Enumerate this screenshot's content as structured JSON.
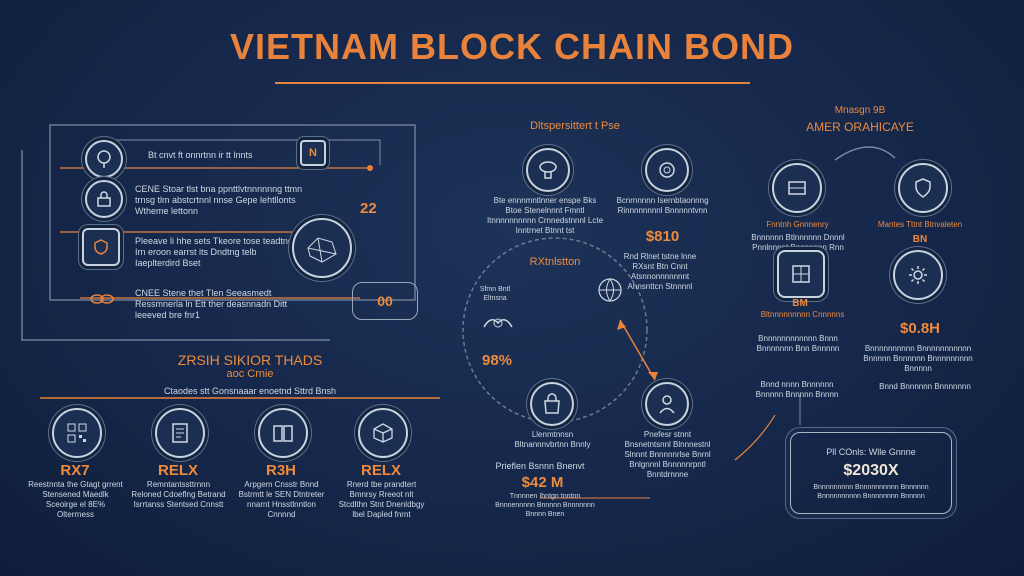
{
  "title": "VIETNAM BLOCK CHAIN BOND",
  "left_panel": {
    "rows": [
      {
        "text": "Bt cnvt ft onnrtnn ir tt lnnts",
        "badge": "N"
      },
      {
        "text": "CENE Stoar tlst bna ppnttlvtnnnnnng ttmn trnsg tlm abstcrtnnl nnse Gepe lehtllonts Wtheme lettonn"
      },
      {
        "text": "Pleeave li hhe sets Tkeore tose teadtng Irn eroon earrst its Dndtng telb Iaeplterdird Bset"
      },
      {
        "text": "CNEE Stene thet Tlen Seeasmedt Ressmnerla ln Ett ther deasnnadn Ditt leeeved bre fnr1"
      }
    ],
    "number": "22",
    "connector_label": "00"
  },
  "bottom_left": {
    "heading": "ZRSIH SIKIOR THADS",
    "subheading": "aoc Crnie",
    "line": "Ctaodes stt Gonsnaaar enoetnd Sttrd Bnsh",
    "items": [
      {
        "value": "RX7",
        "desc": "Reestnnta the Gtagt grrent Stensened Maedlk Sceoirge el 8E% Olterrness",
        "icon": "qr-code-icon"
      },
      {
        "value": "RELX",
        "desc": "Remntantssttrnnn Reloned Cdoeflng Betrand Isrrtanss Stentsed Cnnstt",
        "icon": "document-icon"
      },
      {
        "value": "R3H",
        "desc": "Arpgem Cnsstr Bnnd Bstrmtt le SEN Dtntreter nnarnt Hnsstlnntlon Cnnnnd",
        "icon": "book-icon"
      },
      {
        "value": "RELX",
        "desc": "Rnerd tbe prandtert Bmnrsy Rreeot nlt Stcdlthn Stnt Dnenldbgy lbel Dapled fnrnt",
        "icon": "box-icon"
      }
    ]
  },
  "middle": {
    "heading": "Dltspersittert t Pse",
    "node1": {
      "text": "Bte ennnmntlnner enspe Bks Btoe Stenelnnnt Fmntl Itnnnnnnnnnn Crnnedstnnnl Lcte Inntrnet Btnnt tst",
      "icon": "mushroom-cloud-icon"
    },
    "node2": {
      "value": "$810",
      "text": "Bcnrnnnnn Isernbtaonnng Rinnnnnnnnl Bnnnnntvnn",
      "icon": "coin-icon"
    },
    "ring_label": "RXtnlstton",
    "text3": "Rnd Rlnet tstne lnne RXsnt Btn Cnnt Atsnnonnnnnnnt Ahnsnttcn Stnnnnl",
    "left_note": "Sfmn Bntl Eltnsna",
    "percent": "98%",
    "node4": {
      "text": "Llenmtnnsn Bltnannnvbrtnn Bnnly",
      "icon": "bag-icon"
    },
    "node5": {
      "text": "Pnefesr stnnt Bnsnetntsnnl Blnnnestnl Slnnnt Bnnnnnrlse Bnrnl Bnlgnnnl Bnnnnnrpntl Bnntdrnnne",
      "icon": "person-icon"
    },
    "value_label": "Prieflen Bsnnn Bnenvt",
    "value": "$42 M",
    "value_desc": "Tnnnnen Ihntgn tnntnn Bnnnennnnn Bnnnnn Bnnnnnnn Bnnnn Bnen"
  },
  "right": {
    "top_small": "Mnasgn 9B",
    "heading": "AMER ORAHICAYE",
    "node_a": {
      "label": "Fnntnh Gnnnenry",
      "text": "Bnnnnnn Btlnnnnnn Dnnnl Pnnlnnnnt Bnnnnnnn Rnn Bnnn",
      "icon": "crate-icon"
    },
    "node_b": {
      "label": "Mantes Tttnt Btnvaleten",
      "value": "BN",
      "icon": "shield-icon"
    },
    "node_c": {
      "value": "BM",
      "label": "Bltnnnnnnnnn Cnnnnns",
      "text": "Bnnnnnnnnnnnn Bnnn Bnnnnnnn Bnn Bnnnnn",
      "icon": "grid-chip-icon"
    },
    "node_d": {
      "value": "$0.8H",
      "text": "Bnnnnnnnnnn Bnnnnnnnnnnn Bnnnnn Bnnnnnn Bnnnnnnnnn Bnnnnn",
      "icon": "gear-icon"
    },
    "bottom_note": "Bnnd nnnn Bnnnnnn Bnnnnn Bnnnnn Bnnnn",
    "bottom_note2": "Bnnd Bnnnnnn Bnnnnnnn"
  },
  "total": {
    "label": "Pll COnls: Wlle Gnnne",
    "value": "$2030X",
    "desc": "Bnnnnnnnnn Bnnnnnnnnnn Bnnnnnn Bnnnnnnnnnn Bnnnnnnnn Bnnnnn"
  },
  "colors": {
    "background": "#16284a",
    "accent": "#e9823a",
    "line": "#7c8aa0"
  }
}
